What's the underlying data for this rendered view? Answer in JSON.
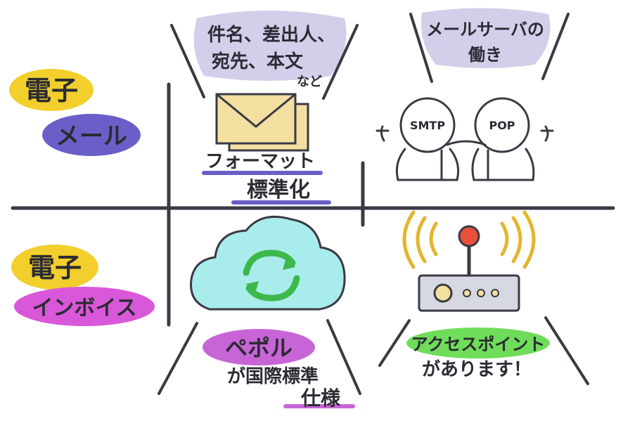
{
  "rows": {
    "email": {
      "line1": "電子",
      "line2": "メール"
    },
    "invoice": {
      "line1": "電子",
      "line2": "インボイス"
    }
  },
  "cells": {
    "email_format": {
      "fields_line1": "件名、差出人、",
      "fields_line2": "宛先、本文",
      "fields_suffix": "など",
      "caption_line1": "フォーマット",
      "caption_line2": "標準化"
    },
    "email_server": {
      "title_line1": "メールサーバの",
      "title_line2": "働き",
      "left_label": "SMTP",
      "right_label": "POP"
    },
    "invoice_peppol": {
      "title": "ペポル",
      "caption_line1": "が国際標準",
      "caption_line2": "仕様"
    },
    "invoice_access_point": {
      "title": "アクセスポイント",
      "caption": "があります！"
    }
  },
  "colors": {
    "email_label_bg": "#6a5fc8",
    "yellow_label_bg": "#f2cf2c",
    "invoice_label_bg": "#d957d9",
    "peppol_bg": "#c765d6",
    "access_point_bg": "#6fdc5a",
    "underline_purple": "#6a5fc8",
    "speech_bubble_bg": "#b9b6de",
    "cloud_fill": "#a9ecec",
    "envelope_fill": "#f3dfa0",
    "sync_arrows": "#3db84a",
    "signal_waves": "#e3b52e",
    "knob_red": "#e8503a"
  },
  "icons": [
    "envelope-icon",
    "stick-figure-icon",
    "cloud-sync-icon",
    "router-icon",
    "signal-waves-icon"
  ]
}
